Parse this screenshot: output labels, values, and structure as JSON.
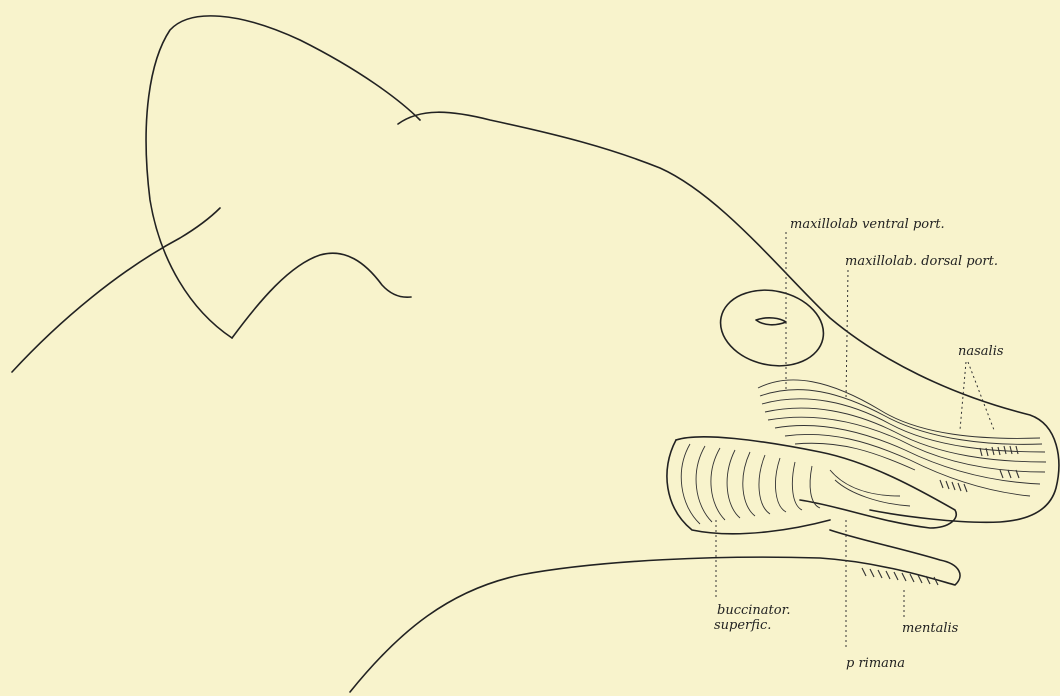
{
  "labels": {
    "maxillolab_ventral": "maxillolab ventral port.",
    "maxillolab_dorsal": "maxillolab. dorsal port.",
    "nasalis": "nasalis",
    "buccinator_line1": "buccinator.",
    "buccinator_line2": "superfic.",
    "mentalis": "mentalis",
    "p_rimana": "p rimana"
  }
}
